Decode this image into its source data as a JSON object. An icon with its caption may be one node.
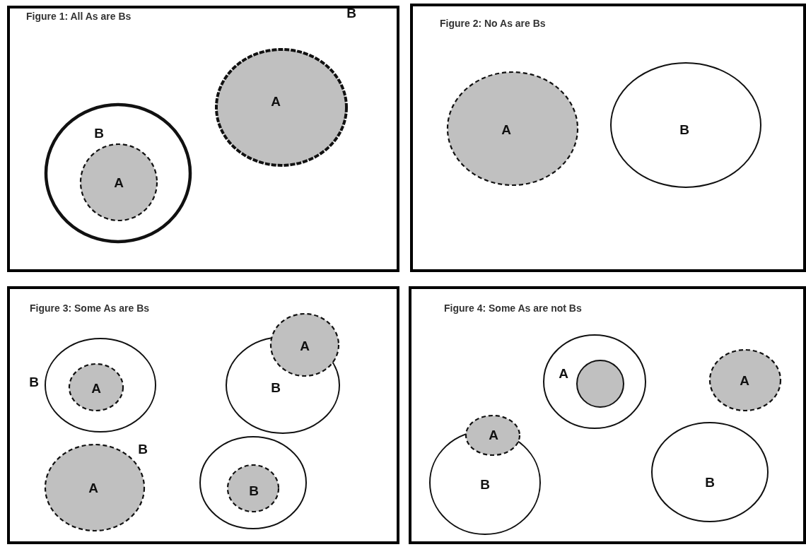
{
  "diagram": {
    "nodes": [
      {
        "text": [
          "Figure 1: All As are Bs",
          "B"
        ]
      },
      {
        "text": [
          "B"
        ],
        "in": 0
      },
      {
        "text": [
          "A"
        ],
        "in": 1
      },
      {
        "text": [
          "A"
        ],
        "in": 0
      },
      {
        "text": [
          "Figure 2: No As are Bs"
        ]
      },
      {
        "text": [
          "A"
        ],
        "in": 4
      },
      {
        "text": [
          "B"
        ],
        "in": 4
      },
      {
        "text": [
          "Figure 3: Some As are Bs"
        ]
      },
      {
        "text": [
          "B"
        ],
        "in": 7
      },
      {
        "text": [
          "A"
        ],
        "in": 8
      },
      {
        "text": [
          "B"
        ],
        "in": 7
      },
      {
        "text": [
          "A"
        ],
        "in": 7
      },
      {
        "text": [
          "A",
          "B"
        ],
        "in": 7
      },
      {
        "text": [],
        "shape": "circle",
        "in": 7
      },
      {
        "text": [
          "B"
        ],
        "in": 13
      },
      {
        "text": [
          "Figure 4: Some As are not Bs"
        ]
      },
      {
        "text": [
          "A"
        ],
        "in": 15
      },
      {
        "text": [],
        "shape": "circle",
        "in": 16
      },
      {
        "text": [
          "A"
        ],
        "in": 15
      },
      {
        "text": [
          "A"
        ],
        "in": 15
      },
      {
        "text": [
          "B"
        ],
        "in": 15
      },
      {
        "text": [
          "B"
        ],
        "in": 15
      }
    ]
  }
}
